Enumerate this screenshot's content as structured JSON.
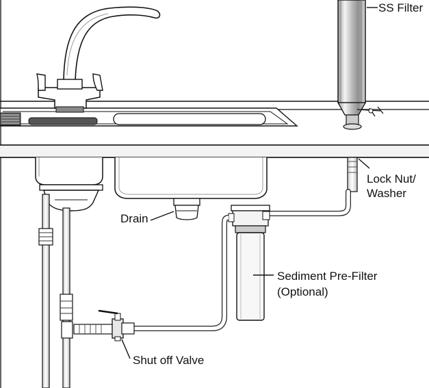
{
  "diagram": {
    "labels": {
      "ss_filter": "SS Filter",
      "lock_nut_line1": "Lock Nut/",
      "lock_nut_line2": "Washer",
      "drain": "Drain",
      "sediment_line1": "Sediment Pre-Filter",
      "sediment_line2": "(Optional)",
      "shut_off_valve": "Shut off Valve"
    }
  }
}
